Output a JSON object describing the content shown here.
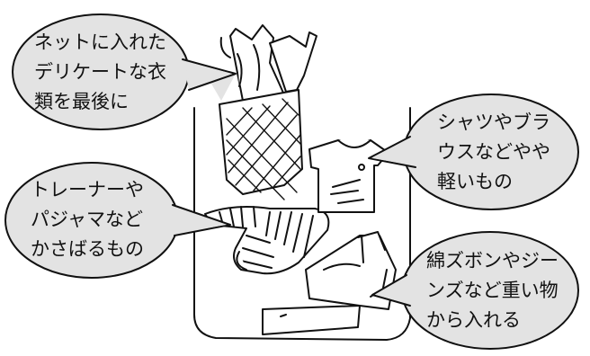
{
  "callouts": {
    "delicate_net": {
      "line1": "ネットに入れた",
      "line2": "デリケートな衣",
      "line3": "類を最後に"
    },
    "shirts_blouses": {
      "line1": "シャツやブラ",
      "line2": "ウスなどやや",
      "line3": "軽いもの"
    },
    "sweatshirts_pajamas": {
      "line1": "トレーナーや",
      "line2": "パジャマなど",
      "line3": "かさばるもの"
    },
    "heavy_items": {
      "line1": "綿ズボンやジー",
      "line2": "ンズなど重い物",
      "line3": "から入れる"
    }
  },
  "colors": {
    "bubble_fill": "#e3e3e3",
    "ink": "#111111",
    "background": "#ffffff"
  }
}
